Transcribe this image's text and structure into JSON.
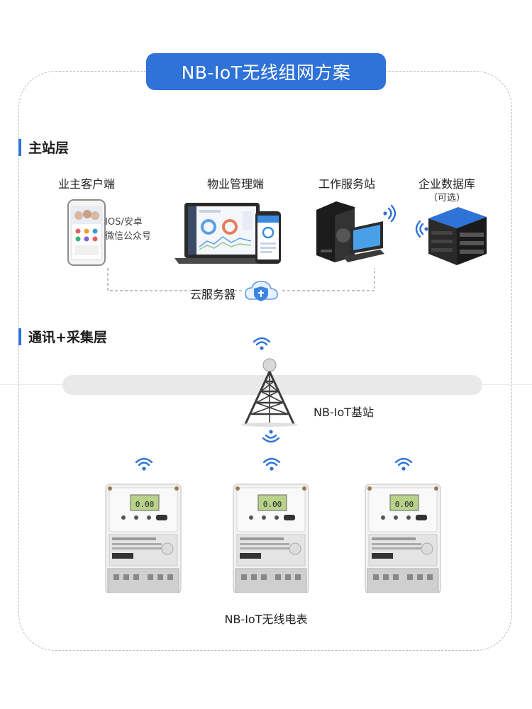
{
  "title": "NB-IoT无线组网方案",
  "sections": {
    "master": "主站层",
    "comm": "通讯+采集层"
  },
  "nodes": {
    "owner_client": "业主客户端",
    "owner_platforms_1": "IOS/安卓",
    "owner_platforms_2": "微信公众号",
    "property_client": "物业管理端",
    "work_station": "工作服务站",
    "enterprise_db": "企业数据库",
    "enterprise_db_note": "（可选）",
    "cloud_server": "云服务器",
    "base_station": "NB-IoT基站",
    "meters_label": "NB-IoT无线电表"
  },
  "meter_display": "0.00",
  "colors": {
    "accent": "#2f72d8",
    "wifi": "#2f72d8",
    "db_top": "#2f72d8"
  },
  "icons": [
    "phone-icon",
    "laptop-tablet-icon",
    "server-workstation-icon",
    "database-icon",
    "cloud-icon",
    "tower-icon",
    "wifi-icon",
    "meter-icon"
  ]
}
